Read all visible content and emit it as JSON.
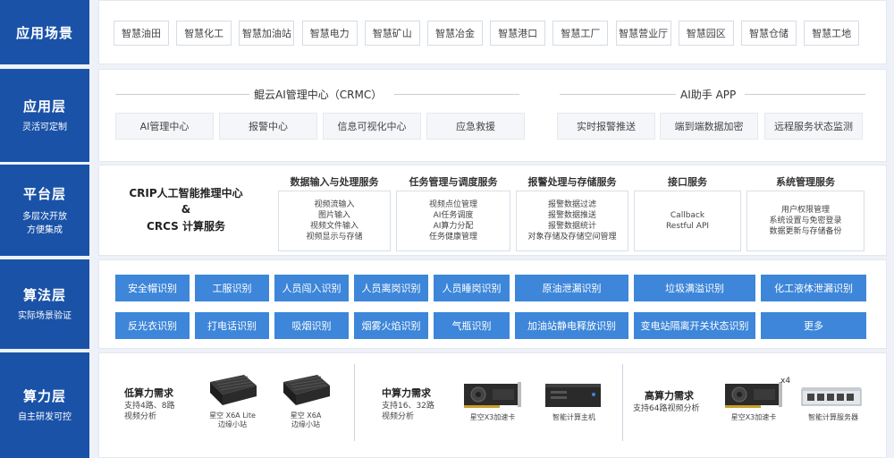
{
  "layers": {
    "scenes": {
      "title": "应用场景",
      "items": [
        "智慧油田",
        "智慧化工",
        "智慧加油站",
        "智慧电力",
        "智慧矿山",
        "智慧冶金",
        "智慧港口",
        "智慧工厂",
        "智慧营业厅",
        "智慧园区",
        "智慧仓储",
        "智慧工地"
      ]
    },
    "application": {
      "title": "应用层",
      "subtitle": "灵活可定制",
      "crmc": {
        "title": "鲲云AI管理中心（CRMC）",
        "items": [
          "AI管理中心",
          "报警中心",
          "信息可视化中心",
          "应急救援"
        ]
      },
      "assistant": {
        "title": "AI助手 APP",
        "items": [
          "实时报警推送",
          "端到端数据加密",
          "远程服务状态监测"
        ]
      }
    },
    "platform": {
      "title": "平台层",
      "subtitle_1": "多层次开放",
      "subtitle_2": "方便集成",
      "core_1": "CRIP人工智能推理中心",
      "core_amp": "&",
      "core_2": "CRCS 计算服务",
      "columns": [
        {
          "title": "数据输入与处理服务",
          "lines": [
            "视频流输入",
            "图片输入",
            "视频文件输入",
            "视频显示与存储"
          ]
        },
        {
          "title": "任务管理与调度服务",
          "lines": [
            "视频点位管理",
            "AI任务调度",
            "AI算力分配",
            "任务健康管理"
          ]
        },
        {
          "title": "报警处理与存储服务",
          "lines": [
            "报警数据过滤",
            "报警数据推送",
            "报警数据统计",
            "对象存储及存储空间管理"
          ]
        },
        {
          "title": "接口服务",
          "lines": [
            "Callback",
            "Restful API"
          ]
        },
        {
          "title": "系统管理服务",
          "lines": [
            "用户权限管理",
            "系统设置与免密登录",
            "数据更新与存储备份"
          ]
        }
      ]
    },
    "algorithm": {
      "title": "算法层",
      "subtitle": "实际场景验证",
      "row1": [
        "安全帽识别",
        "工服识别",
        "人员闯入识别",
        "人员离岗识别",
        "人员睡岗识别",
        "原油泄漏识别",
        "垃圾满溢识别",
        "化工液体泄漏识别"
      ],
      "row2": [
        "反光衣识别",
        "打电话识别",
        "吸烟识别",
        "烟雾火焰识别",
        "气瓶识别",
        "加油站静电释放识别",
        "变电站隔离开关状态识别",
        "更多"
      ]
    },
    "compute": {
      "title": "算力层",
      "subtitle": "自主研发可控",
      "low": {
        "title": "低算力需求",
        "desc_1": "支持4路、8路",
        "desc_2": "视频分析",
        "dev1_1": "星空 X6A Lite",
        "dev1_2": "边缘小站",
        "dev2_1": "星空 X6A",
        "dev2_2": "边缘小站"
      },
      "mid": {
        "title": "中算力需求",
        "desc_1": "支持16、32路",
        "desc_2": "视频分析",
        "dev1": "星空X3加速卡",
        "dev2": "智能计算主机"
      },
      "high": {
        "title": "高算力需求",
        "desc": "支持64路视频分析",
        "dev1": "星空X3加速卡",
        "mult": "x4",
        "dev2": "智能计算服务器"
      }
    }
  },
  "colors": {
    "layer_bg": "#1a52a8",
    "algo_btn": "#3d86d9",
    "page_bg": "#eef2f8"
  }
}
